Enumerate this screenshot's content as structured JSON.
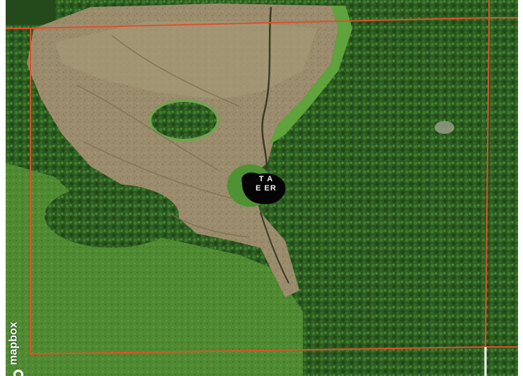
{
  "map": {
    "basemap": "satellite",
    "attribution": "mapbox",
    "center_label_line1": "T  A",
    "center_label_line2": "E  ER",
    "boundary_color": "#e0502a",
    "colors": {
      "forest": "#2a5a1f",
      "forest_light": "#3f7a2a",
      "marsh": "#9a8a68",
      "meadow": "#4f8a32",
      "pond": "#000000"
    }
  }
}
